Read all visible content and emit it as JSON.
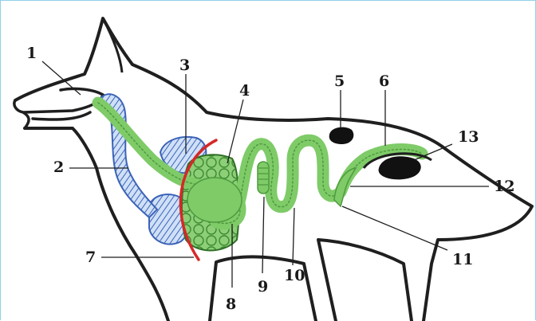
{
  "labels": [
    "1",
    "2",
    "3",
    "4",
    "5",
    "6",
    "7",
    "8",
    "9",
    "10",
    "11",
    "12",
    "13"
  ],
  "colors": {
    "outline": "#1f1f1f",
    "tract": "#7ecb68",
    "tract_dark": "#4e9a3e",
    "gland_blue": "#3c63b8",
    "gland_blue_light": "#a9c6ef",
    "liver_green": "#5fb04c",
    "peritoneum_red": "#d62828",
    "kidney": "#111111",
    "frame": "#8fd0ea"
  }
}
